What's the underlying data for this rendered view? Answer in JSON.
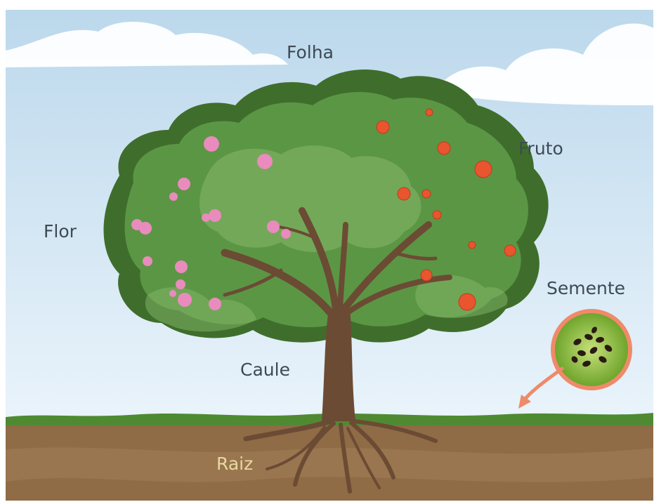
{
  "labels": {
    "folha": "Folha",
    "fruto": "Fruto",
    "flor": "Flor",
    "semente": "Semente",
    "caule": "Caule",
    "raiz": "Raiz"
  },
  "colors": {
    "sky_top": "#bcd8ec",
    "sky_bottom": "#eaf4fb",
    "foliage_dark": "#3f6e2c",
    "foliage_mid": "#5b9645",
    "foliage_light": "#86b86a",
    "trunk": "#6b4b33",
    "soil": "#8f6b46",
    "grass": "#4f8a33",
    "flower": "#e98bbd",
    "fruit": "#e8552e",
    "seed_ring": "#ef8a6a",
    "seed_fill": "#8bbf3a",
    "label_text": "#3d4a55",
    "root_label": "#e7d9a0"
  }
}
